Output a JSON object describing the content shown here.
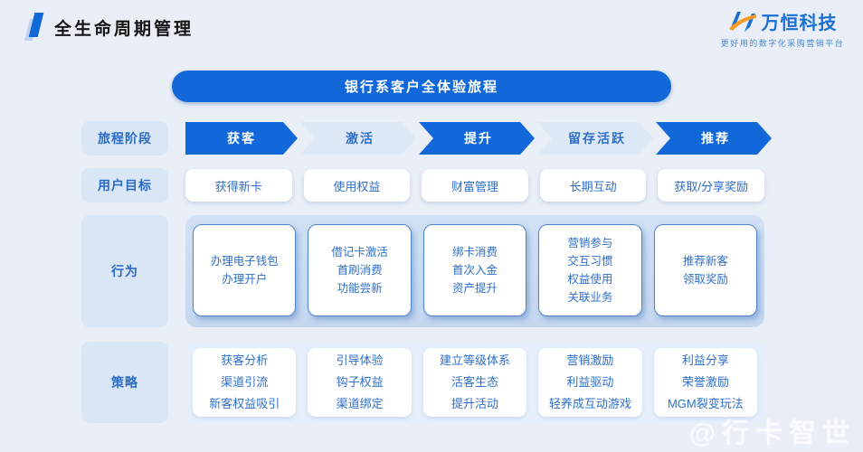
{
  "page_title": "全生命周期管理",
  "logo": {
    "name": "万恒科技",
    "tagline": "更好用的数字化采购营销平台"
  },
  "banner": "银行系客户全体验旅程",
  "row_labels": [
    "旅程阶段",
    "用户目标",
    "行为",
    "策略"
  ],
  "stages": [
    {
      "label": "获客",
      "variant": "solid"
    },
    {
      "label": "激活",
      "variant": "light"
    },
    {
      "label": "提升",
      "variant": "solid"
    },
    {
      "label": "留存活跃",
      "variant": "light"
    },
    {
      "label": "推荐",
      "variant": "solid"
    }
  ],
  "goals": [
    "获得新卡",
    "使用权益",
    "财富管理",
    "长期互动",
    "获取/分享奖励"
  ],
  "behaviors": [
    [
      "办理电子钱包",
      "办理开户"
    ],
    [
      "借记卡激活",
      "首刷消费",
      "功能尝新"
    ],
    [
      "绑卡消费",
      "首次入金",
      "资产提升"
    ],
    [
      "营销参与",
      "交互习惯",
      "权益使用",
      "关联业务"
    ],
    [
      "推荐新客",
      "领取奖励"
    ]
  ],
  "strategies": [
    [
      "获客分析",
      "渠道引流",
      "新客权益吸引"
    ],
    [
      "引导体验",
      "钩子权益",
      "渠道绑定"
    ],
    [
      "建立等级体系",
      "活客生态",
      "提升活动"
    ],
    [
      "营销激励",
      "利益驱动",
      "轻养成互动游戏"
    ],
    [
      "利益分享",
      "荣誉激励",
      "MGM裂变玩法"
    ]
  ],
  "watermark": "@行卡智世",
  "colors": {
    "accent": "#1268d9",
    "page_bg": "#e9eef7",
    "light_arrow": "#dde9f7",
    "blue_text": "#2e6fc8",
    "behavior_panel": "#cbdcf2",
    "strategy_panel": "#e6effb",
    "logo_blue": "#1b6fd2",
    "logo_orange": "#f59a23"
  }
}
